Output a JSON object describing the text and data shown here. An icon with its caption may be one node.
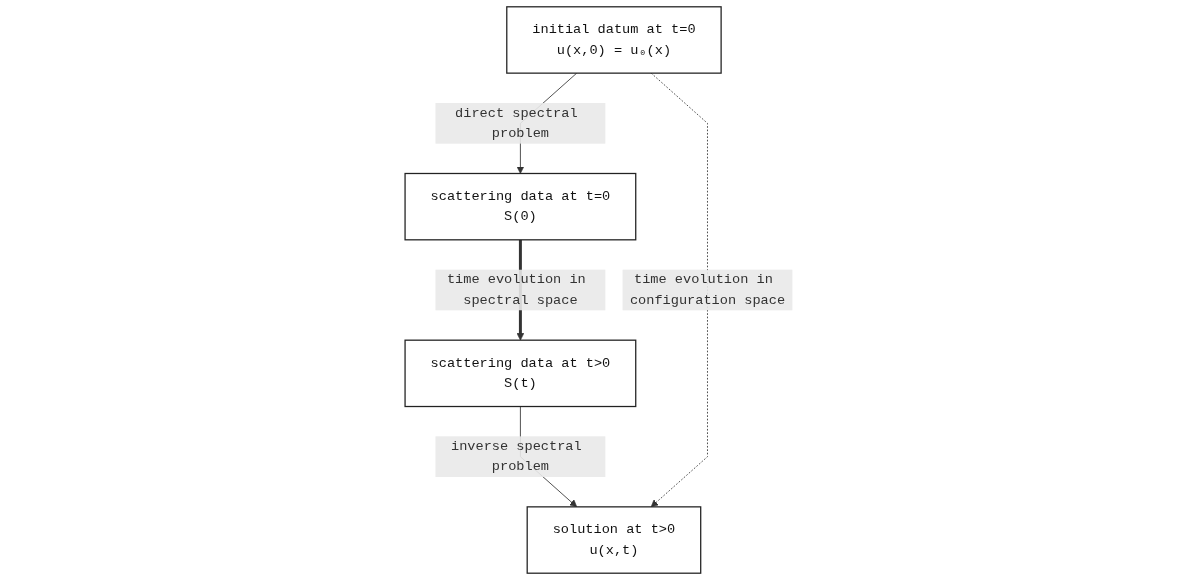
{
  "diagram": {
    "nodes": [
      {
        "text": [
          "initial datum at t=0",
          "u(x,0) = u₀(x)"
        ]
      },
      {
        "text": [
          "scattering data at t=0",
          "S(0)"
        ]
      },
      {
        "text": [
          "solution at t>0",
          "u(x,t)"
        ]
      },
      {
        "text": [
          "scattering data at t>0",
          "S(t)"
        ]
      }
    ],
    "edges": [
      {
        "from": 0,
        "to": 1,
        "arrow": "to",
        "label": "direct spectral problem"
      },
      {
        "from": 1,
        "to": 3,
        "arrow": "to",
        "label": "time evolution in spectral space",
        "style": "thick"
      },
      {
        "from": 3,
        "to": 2,
        "arrow": "to",
        "label": "inverse spectral problem"
      },
      {
        "from": 0,
        "to": 2,
        "arrow": "to",
        "label": "time evolution in configuration space",
        "style": "dashed"
      }
    ]
  }
}
